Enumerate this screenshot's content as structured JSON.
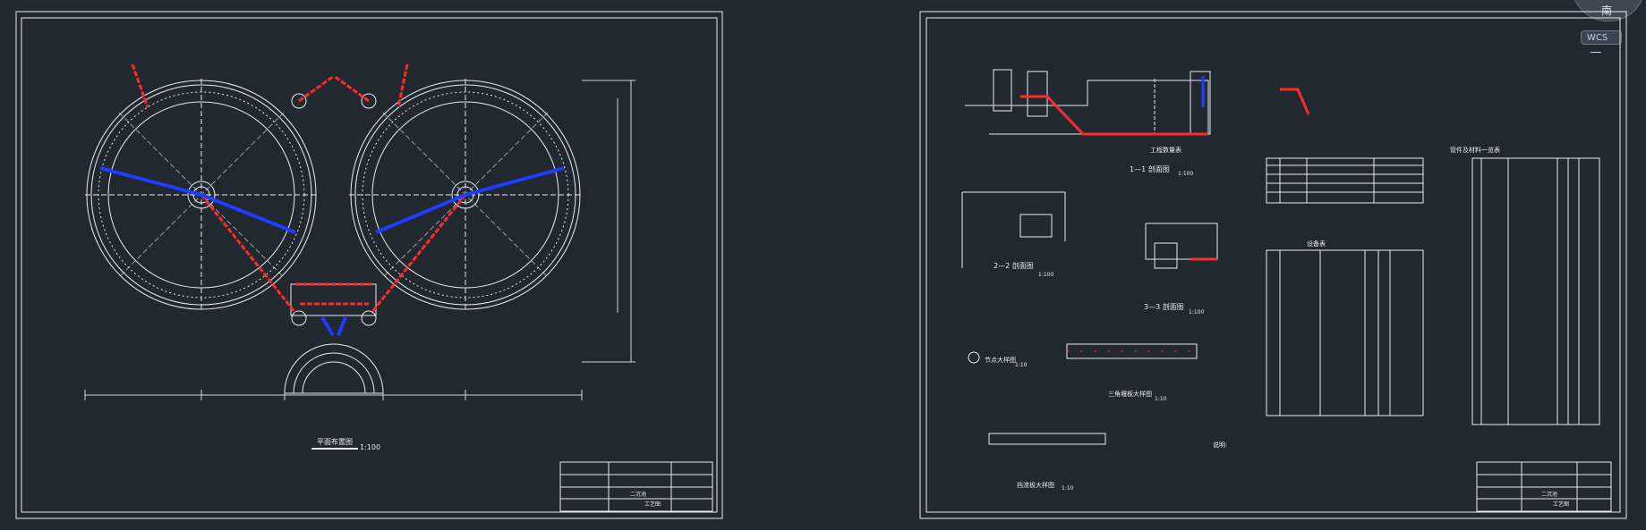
{
  "viewport": {
    "wcs_label": "WCS",
    "compass_label": "南"
  },
  "sheet_left": {
    "plan_title": "平面布置图",
    "plan_scale": "1:100",
    "title_block": {
      "project": "二沉池",
      "drawing": "工艺图"
    }
  },
  "sheet_right": {
    "section_1_title": "1—1 剖面图",
    "section_1_scale": "1:100",
    "section_2_title": "2—2 剖面图",
    "section_2_scale": "1:100",
    "section_3_title": "3—3 剖面图",
    "section_3_scale": "1:100",
    "detail_1_title": "节点大样图",
    "detail_1_scale": "1:10",
    "detail_weir_title": "三角堰板大样图",
    "detail_weir_scale": "1:10",
    "detail_plate_title": "挡渣板大样图",
    "detail_plate_scale": "1:10",
    "table_works_title": "工程数量表",
    "table_equipment_title": "设备表",
    "table_pipes_title": "管件及材料一览表",
    "notes_title": "说明:",
    "title_block": {
      "project": "二沉池",
      "drawing": "工艺图"
    }
  },
  "colors": {
    "background": "#212830",
    "linework": "#e8ecef",
    "pipe_red": "#ff2a2a",
    "pipe_blue": "#1f3cff",
    "dimension_gray": "#cfd6dc"
  }
}
